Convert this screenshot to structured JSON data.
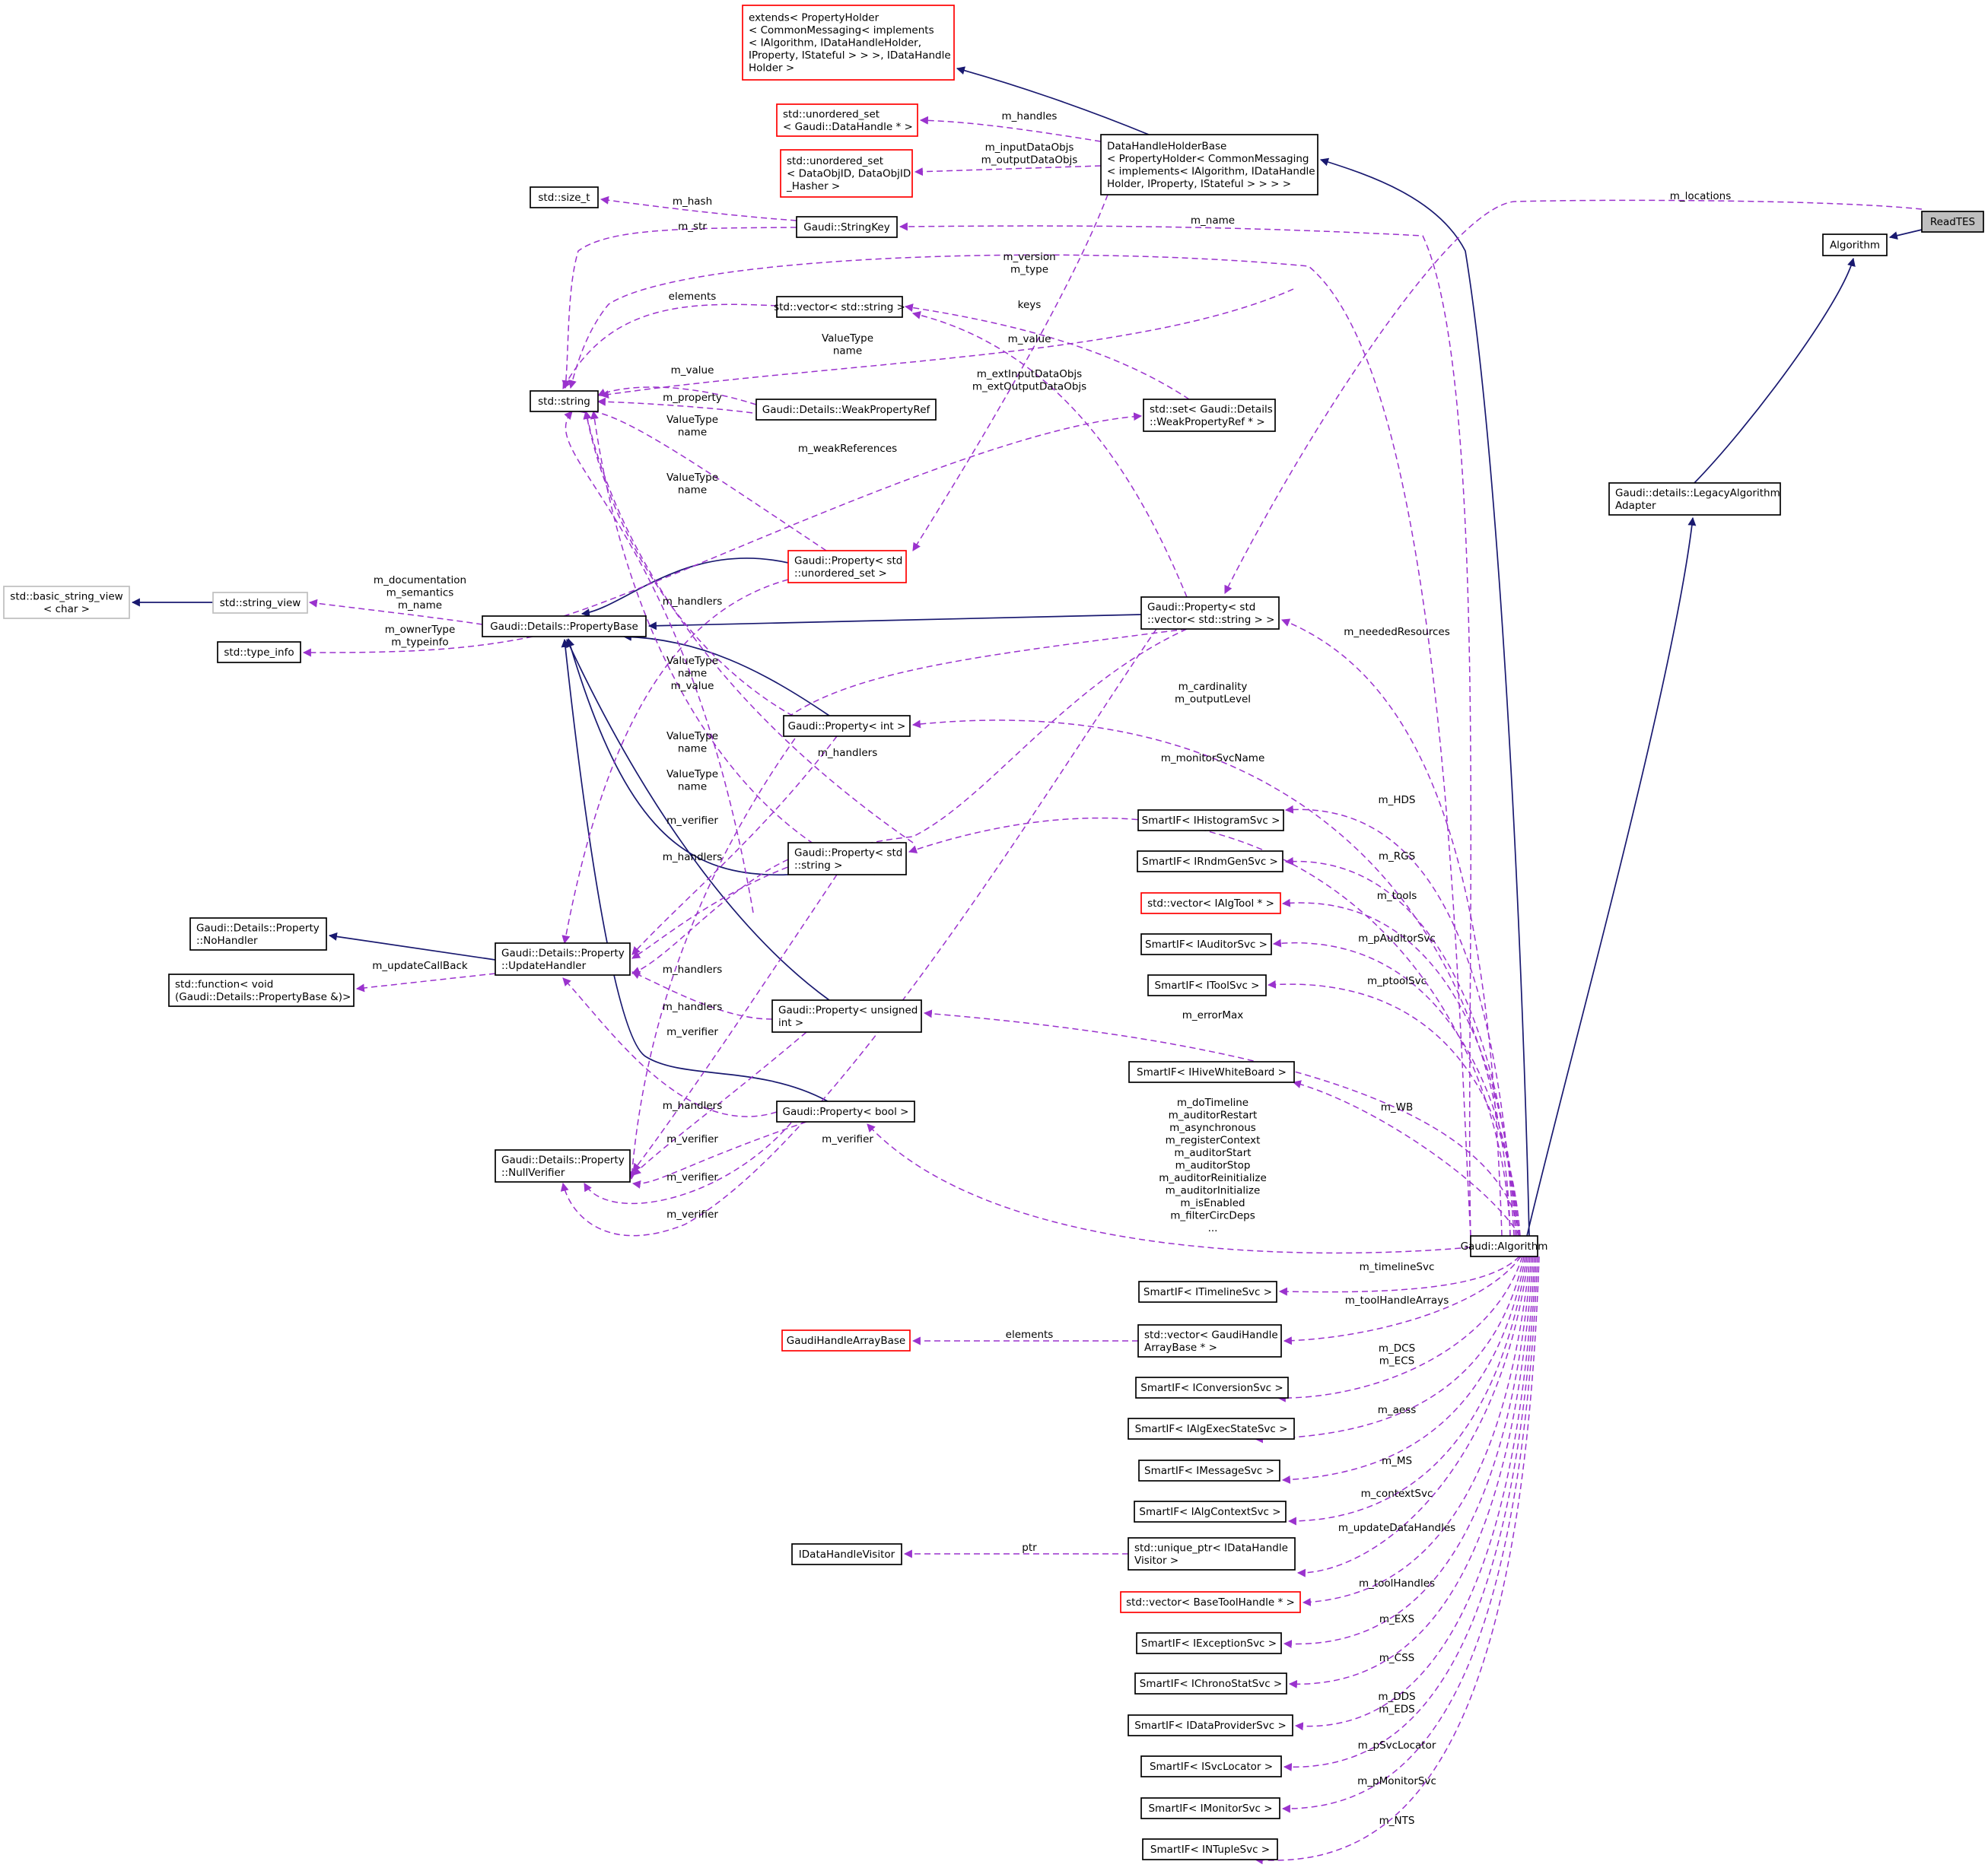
{
  "diagram": {
    "colors": {
      "inheritance": "#191970",
      "usage": "#9a32cd",
      "missing_class": "#ff0000",
      "external_class": "#bfbfbf",
      "highlight": "#bfbfbf"
    },
    "nodes": [
      {
        "id": "readtes",
        "lines": [
          "ReadTES"
        ],
        "style": "highlight"
      },
      {
        "id": "algorithm",
        "lines": [
          "Algorithm"
        ],
        "style": "normal"
      },
      {
        "id": "legacy",
        "lines": [
          "Gaudi::details::LegacyAlgorithm",
          "Adapter"
        ],
        "style": "normal"
      },
      {
        "id": "gaudialg",
        "lines": [
          "Gaudi::Algorithm"
        ],
        "style": "normal"
      },
      {
        "id": "extends",
        "lines": [
          "extends< PropertyHolder",
          "< CommonMessaging< implements",
          "< IAlgorithm, IDataHandleHolder,",
          "IProperty, IStateful > > >, IDataHandle",
          "Holder >"
        ],
        "style": "red"
      },
      {
        "id": "dhhb",
        "lines": [
          "DataHandleHolderBase",
          "< PropertyHolder< CommonMessaging",
          "< implements< IAlgorithm, IDataHandle",
          "Holder, IProperty, IStateful > > > >"
        ],
        "style": "normal"
      },
      {
        "id": "uset_dh",
        "lines": [
          "std::unordered_set",
          "< Gaudi::DataHandle * >"
        ],
        "style": "red"
      },
      {
        "id": "uset_doid",
        "lines": [
          "std::unordered_set",
          "< DataObjID, DataObjID",
          "_Hasher >"
        ],
        "style": "red"
      },
      {
        "id": "size_t",
        "lines": [
          "std::size_t"
        ],
        "style": "normal"
      },
      {
        "id": "stringkey",
        "lines": [
          "Gaudi::StringKey"
        ],
        "style": "normal"
      },
      {
        "id": "vec_string",
        "lines": [
          "std::vector< std::string >"
        ],
        "style": "normal"
      },
      {
        "id": "string",
        "lines": [
          "std::string"
        ],
        "style": "normal"
      },
      {
        "id": "weakref",
        "lines": [
          "Gaudi::Details::WeakPropertyRef"
        ],
        "style": "normal"
      },
      {
        "id": "set_weakref",
        "lines": [
          "std::set< Gaudi::Details",
          "::WeakPropertyRef * >"
        ],
        "style": "normal"
      },
      {
        "id": "basic_sv",
        "lines": [
          "std::basic_string_view",
          "< char >"
        ],
        "style": "gray"
      },
      {
        "id": "string_view",
        "lines": [
          "std::string_view"
        ],
        "style": "gray"
      },
      {
        "id": "propbase",
        "lines": [
          "Gaudi::Details::PropertyBase"
        ],
        "style": "normal"
      },
      {
        "id": "type_info",
        "lines": [
          "std::type_info"
        ],
        "style": "normal"
      },
      {
        "id": "prop_uset",
        "lines": [
          "Gaudi::Property< std",
          "::unordered_set >"
        ],
        "style": "red"
      },
      {
        "id": "prop_vecstr",
        "lines": [
          "Gaudi::Property< std",
          "::vector< std::string > >"
        ],
        "style": "normal"
      },
      {
        "id": "prop_int",
        "lines": [
          "Gaudi::Property< int >"
        ],
        "style": "normal"
      },
      {
        "id": "prop_string",
        "lines": [
          "Gaudi::Property< std",
          "::string >"
        ],
        "style": "normal"
      },
      {
        "id": "nohandler",
        "lines": [
          "Gaudi::Details::Property",
          "::NoHandler"
        ],
        "style": "normal"
      },
      {
        "id": "updatehandler",
        "lines": [
          "Gaudi::Details::Property",
          "::UpdateHandler"
        ],
        "style": "normal"
      },
      {
        "id": "function",
        "lines": [
          "std::function< void",
          "(Gaudi::Details::PropertyBase &)>"
        ],
        "style": "normal"
      },
      {
        "id": "prop_uint",
        "lines": [
          "Gaudi::Property< unsigned",
          "int >"
        ],
        "style": "normal"
      },
      {
        "id": "prop_bool",
        "lines": [
          "Gaudi::Property< bool >"
        ],
        "style": "normal"
      },
      {
        "id": "nullverifier",
        "lines": [
          "Gaudi::Details::Property",
          "::NullVerifier"
        ],
        "style": "normal"
      },
      {
        "id": "s_hist",
        "lines": [
          "SmartIF< IHistogramSvc >"
        ],
        "style": "normal"
      },
      {
        "id": "s_rndm",
        "lines": [
          "SmartIF< IRndmGenSvc >"
        ],
        "style": "normal"
      },
      {
        "id": "vec_algtool",
        "lines": [
          "std::vector< IAlgTool * >"
        ],
        "style": "red"
      },
      {
        "id": "s_auditor",
        "lines": [
          "SmartIF< IAuditorSvc >"
        ],
        "style": "normal"
      },
      {
        "id": "s_tool",
        "lines": [
          "SmartIF< IToolSvc >"
        ],
        "style": "normal"
      },
      {
        "id": "s_hive",
        "lines": [
          "SmartIF< IHiveWhiteBoard >"
        ],
        "style": "normal"
      },
      {
        "id": "s_timeline",
        "lines": [
          "SmartIF< ITimelineSvc >"
        ],
        "style": "normal"
      },
      {
        "id": "ghab",
        "lines": [
          "GaudiHandleArrayBase"
        ],
        "style": "red"
      },
      {
        "id": "vec_ghab",
        "lines": [
          "std::vector< GaudiHandle",
          "ArrayBase * >"
        ],
        "style": "normal"
      },
      {
        "id": "s_conv",
        "lines": [
          "SmartIF< IConversionSvc >"
        ],
        "style": "normal"
      },
      {
        "id": "s_aess",
        "lines": [
          "SmartIF< IAlgExecStateSvc >"
        ],
        "style": "normal"
      },
      {
        "id": "s_msg",
        "lines": [
          "SmartIF< IMessageSvc >"
        ],
        "style": "normal"
      },
      {
        "id": "s_ctx",
        "lines": [
          "SmartIF< IAlgContextSvc >"
        ],
        "style": "normal"
      },
      {
        "id": "idhv",
        "lines": [
          "IDataHandleVisitor"
        ],
        "style": "normal"
      },
      {
        "id": "uptr_dhv",
        "lines": [
          "std::unique_ptr< IDataHandle",
          "Visitor >"
        ],
        "style": "normal"
      },
      {
        "id": "vec_bth",
        "lines": [
          "std::vector< BaseToolHandle * >"
        ],
        "style": "red"
      },
      {
        "id": "s_exc",
        "lines": [
          "SmartIF< IExceptionSvc >"
        ],
        "style": "normal"
      },
      {
        "id": "s_chrono",
        "lines": [
          "SmartIF< IChronoStatSvc >"
        ],
        "style": "normal"
      },
      {
        "id": "s_dp",
        "lines": [
          "SmartIF< IDataProviderSvc >"
        ],
        "style": "normal"
      },
      {
        "id": "s_loc",
        "lines": [
          "SmartIF< ISvcLocator >"
        ],
        "style": "normal"
      },
      {
        "id": "s_mon",
        "lines": [
          "SmartIF< IMonitorSvc >"
        ],
        "style": "normal"
      },
      {
        "id": "s_ntuple",
        "lines": [
          "SmartIF< INTupleSvc >"
        ],
        "style": "normal"
      }
    ],
    "edge_labels": {
      "m_locations": [
        "m_locations"
      ],
      "m_handles": [
        "m_handles"
      ],
      "m_io": [
        "m_inputDataObjs",
        "m_outputDataObjs"
      ],
      "m_hash": [
        "m_hash"
      ],
      "m_name": [
        "m_name"
      ],
      "m_str": [
        "m_str"
      ],
      "m_version": [
        "m_version",
        "m_type"
      ],
      "elements1": [
        "elements"
      ],
      "keys": [
        "keys"
      ],
      "vt_name1": [
        "ValueType",
        "name"
      ],
      "m_value1": [
        "m_value"
      ],
      "m_value2": [
        "m_value"
      ],
      "m_ext": [
        "m_extInputDataObjs",
        "m_extOutputDataObjs"
      ],
      "m_property": [
        "m_property"
      ],
      "vt_name2": [
        "ValueType",
        "name"
      ],
      "m_weakrefs": [
        "m_weakReferences"
      ],
      "vt_name3": [
        "ValueType",
        "name"
      ],
      "m_doc": [
        "m_documentation",
        "m_semantics",
        "m_name"
      ],
      "m_owner": [
        "m_ownerType",
        "m_typeinfo"
      ],
      "m_handlers1": [
        "m_handlers"
      ],
      "m_needed": [
        "m_neededResources"
      ],
      "vt_name_val": [
        "ValueType",
        "name",
        "m_value"
      ],
      "m_card": [
        "m_cardinality",
        "m_outputLevel"
      ],
      "vt_name4": [
        "ValueType",
        "name"
      ],
      "m_handlers2": [
        "m_handlers"
      ],
      "vt_name5": [
        "ValueType",
        "name"
      ],
      "m_monitor": [
        "m_monitorSvcName"
      ],
      "m_verifier1": [
        "m_verifier"
      ],
      "m_hds": [
        "m_HDS"
      ],
      "m_handlers3": [
        "m_handlers"
      ],
      "m_rgs": [
        "m_RGS"
      ],
      "m_tools": [
        "m_tools"
      ],
      "m_update_cb": [
        "m_updateCallBack"
      ],
      "m_pauditor": [
        "m_pAuditorSvc"
      ],
      "m_handlers4": [
        "m_handlers"
      ],
      "m_ptool": [
        "m_ptoolSvc"
      ],
      "m_handlers5": [
        "m_handlers"
      ],
      "m_errormax": [
        "m_errorMax"
      ],
      "m_verifier2": [
        "m_verifier"
      ],
      "m_wb": [
        "m_WB"
      ],
      "m_handlers6": [
        "m_handlers"
      ],
      "m_bools": [
        "m_doTimeline",
        "m_auditorRestart",
        "m_asynchronous",
        "m_registerContext",
        "m_auditorStart",
        "m_auditorStop",
        "m_auditorReinitialize",
        "m_auditorInitialize",
        "m_isEnabled",
        "m_filterCircDeps",
        "..."
      ],
      "m_verifier3": [
        "m_verifier"
      ],
      "m_verifier_b": [
        "m_verifier"
      ],
      "m_verifier4": [
        "m_verifier"
      ],
      "m_verifier5": [
        "m_verifier"
      ],
      "m_timeline": [
        "m_timelineSvc"
      ],
      "elements2": [
        "elements"
      ],
      "m_tha": [
        "m_toolHandleArrays"
      ],
      "m_dcs": [
        "m_DCS",
        "m_ECS"
      ],
      "m_aess": [
        "m_aess"
      ],
      "m_ms": [
        "m_MS"
      ],
      "m_ctx": [
        "m_contextSvc"
      ],
      "ptr": [
        "ptr"
      ],
      "m_udh": [
        "m_updateDataHandles"
      ],
      "m_toolhandles": [
        "m_toolHandles"
      ],
      "m_exs": [
        "m_EXS"
      ],
      "m_css": [
        "m_CSS"
      ],
      "m_dds": [
        "m_DDS",
        "m_EDS"
      ],
      "m_psvcloc": [
        "m_pSvcLocator"
      ],
      "m_pmon": [
        "m_pMonitorSvc"
      ],
      "m_nts": [
        "m_NTS"
      ]
    }
  }
}
